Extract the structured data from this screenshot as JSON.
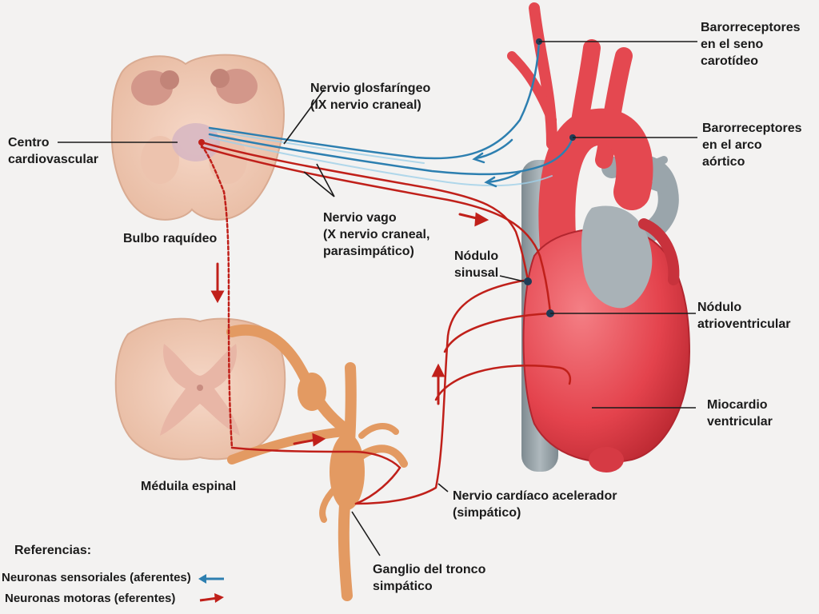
{
  "labels": {
    "carotid_baroreceptors": [
      "Barorreceptores",
      "en el seno",
      "carotídeo"
    ],
    "glossopharyngeal_nerve": [
      "Nervio glosfaríngeo",
      "(IX nervio craneal)"
    ],
    "cardiovascular_center": [
      "Centro",
      "cardiovascular"
    ],
    "aortic_baroreceptors": [
      "Barorreceptores",
      "en el arco",
      "aórtico"
    ],
    "medulla_oblongata": "Bulbo raquídeo",
    "vagus_nerve": [
      "Nervio vago",
      "(X nervio craneal,",
      "parasimpático)"
    ],
    "sinus_node": [
      "Nódulo",
      "sinusal"
    ],
    "av_node": [
      "Nódulo",
      "atrioventricular"
    ],
    "ventricular_myocardium": [
      "Miocardio",
      "ventricular"
    ],
    "spinal_cord": "Méduila espinal",
    "cardiac_accelerator_nerve": [
      "Nervio cardíaco acelerador",
      "(simpático)"
    ],
    "sympathetic_ganglion": [
      "Ganglio del tronco",
      "simpático"
    ]
  },
  "legend": {
    "title": "Referencias:",
    "items": [
      {
        "label": "Neuronas sensoriales (aferentes)",
        "color": "#2d7fb0"
      },
      {
        "label": "Neuronas motoras (eferentes)",
        "color": "#c0201a"
      }
    ]
  },
  "colors": {
    "sensory": "#2d7fb0",
    "motor": "#c0201a",
    "heart": "#e6464f",
    "vein": "#9aa5ab",
    "tissue": "#f1c9b4",
    "ganglion": "#e39a62"
  }
}
